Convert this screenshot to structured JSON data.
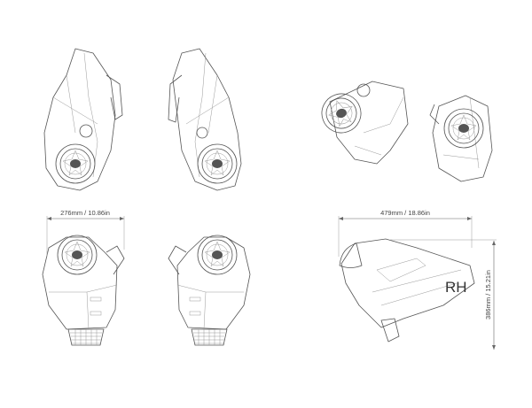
{
  "dimensions": {
    "front_width": "276mm / 10.86in",
    "side_width": "479mm / 18.86in",
    "side_height": "386mm / 15.21in"
  },
  "side_label": "RH",
  "colors": {
    "line": "#555555",
    "background": "#ffffff"
  }
}
